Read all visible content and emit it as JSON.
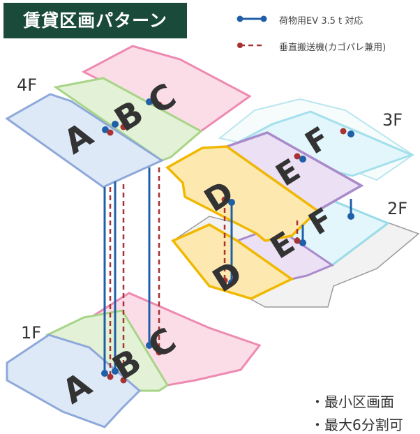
{
  "title": "賃貸区画パターン",
  "legend": {
    "ev_label": "荷物用EV 3.5 t 対応",
    "lift_label": "垂直搬送機(カゴパレ兼用)",
    "ev_color": "#1f5fa8",
    "lift_color": "#a83232"
  },
  "floors": {
    "f4": "4F",
    "f3": "3F",
    "f2": "2F",
    "f1": "1F"
  },
  "zones": {
    "a": "A",
    "b": "B",
    "c": "C",
    "d": "D",
    "e": "E",
    "f": "F"
  },
  "zone_colors": {
    "a": "#dde9f7",
    "b": "#e3f2d6",
    "c": "#fbdde8",
    "d": "#fde9b0",
    "e": "#ece0f4",
    "f": "#e2f6fb"
  },
  "notes": {
    "line1": "・最小区画面",
    "line2": "・最大6分割可"
  }
}
